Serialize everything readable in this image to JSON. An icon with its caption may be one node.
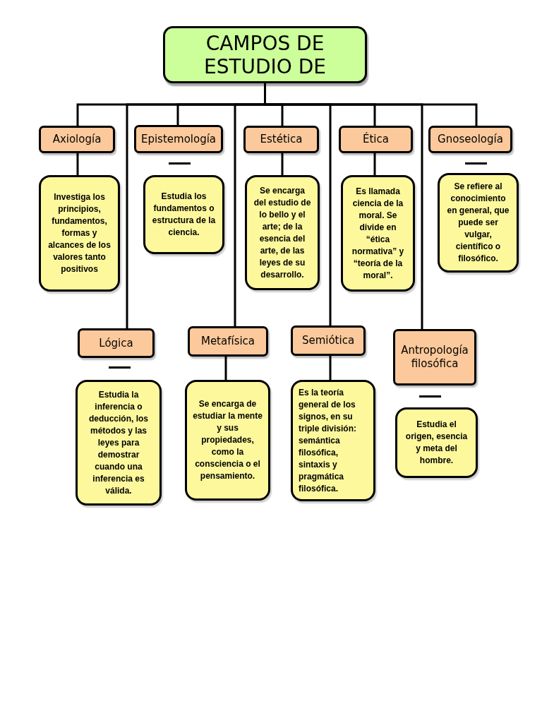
{
  "diagram": {
    "nodes": [
      {
        "text": [
          "CAMPOS DE ESTUDIO DE"
        ]
      },
      {
        "text": [
          "Axiología"
        ]
      },
      {
        "text": [
          "Investiga los principios, fundamentos, formas y alcances de los valores tanto positivos"
        ]
      },
      {
        "text": [
          "Epistemología"
        ]
      },
      {
        "text": [
          "Estudia los fundamentos o estructura de la ciencia."
        ]
      },
      {
        "text": [
          "Estética"
        ]
      },
      {
        "text": [
          "Se encarga del estudio de lo bello y el arte; de la esencia del arte, de las leyes de su desarrollo."
        ]
      },
      {
        "text": [
          "Ética"
        ]
      },
      {
        "text": [
          "Es llamada ciencia de la moral. Se divide en “ética normativa” y “teoría de la moral”."
        ]
      },
      {
        "text": [
          "Gnoseología"
        ]
      },
      {
        "text": [
          "Se refiere al conocimiento en general, que puede ser vulgar, científico o filosófico."
        ]
      },
      {
        "text": [
          "Lógica"
        ]
      },
      {
        "text": [
          "Estudia la inferencia o deducción, los métodos y las leyes para demostrar cuando una inferencia es válida."
        ]
      },
      {
        "text": [
          "Metafísica"
        ]
      },
      {
        "text": [
          "Se encarga de estudiar la mente y sus propiedades, como la consciencia o el pensamiento."
        ]
      },
      {
        "text": [
          "Semiótica"
        ]
      },
      {
        "text": [
          "Es la teoría general de los signos, en su triple división: semántica filosófica, sintaxis y pragmática filosófica."
        ]
      },
      {
        "text": [
          "Antropología filosófica"
        ]
      },
      {
        "text": [
          "Estudia el origen, esencia y meta del hombre."
        ]
      }
    ],
    "edges": [
      {
        "from": 0,
        "to": 1,
        "arrow": "none"
      },
      {
        "from": 0,
        "to": 3,
        "arrow": "none"
      },
      {
        "from": 0,
        "to": 5,
        "arrow": "none"
      },
      {
        "from": 0,
        "to": 7,
        "arrow": "none"
      },
      {
        "from": 0,
        "to": 9,
        "arrow": "none"
      },
      {
        "from": 0,
        "to": 11,
        "arrow": "none"
      },
      {
        "from": 0,
        "to": 13,
        "arrow": "none"
      },
      {
        "from": 0,
        "to": 15,
        "arrow": "none"
      },
      {
        "from": 0,
        "to": 17,
        "arrow": "none"
      },
      {
        "from": 1,
        "to": 2,
        "arrow": "none"
      },
      {
        "from": 5,
        "to": 6,
        "arrow": "none"
      },
      {
        "from": 7,
        "to": 8,
        "arrow": "none"
      },
      {
        "from": 13,
        "to": 14,
        "arrow": "none"
      },
      {
        "from": 15,
        "to": 16,
        "arrow": "none"
      }
    ]
  }
}
